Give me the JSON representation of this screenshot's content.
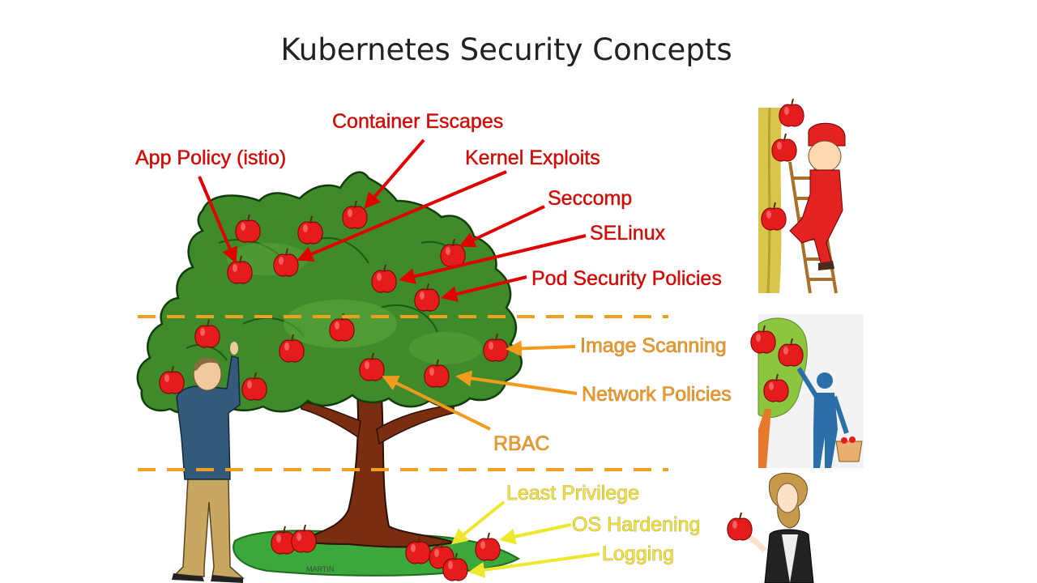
{
  "title": "Kubernetes Security Concepts",
  "colors": {
    "red": "#e00000",
    "orange": "#f29a1e",
    "yellow": "#efe62e",
    "divider": "#f0a020",
    "leaf": "#3f8a2a",
    "trunk": "#7a2e10",
    "apple": "#e41c1c"
  },
  "labels": {
    "app_policy": "App Policy (istio)",
    "container_escapes": "Container Escapes",
    "kernel_exploits": "Kernel Exploits",
    "seccomp": "Seccomp",
    "selinux": "SELinux",
    "pod_security": "Pod Security Policies",
    "image_scanning": "Image Scanning",
    "network_policies": "Network Policies",
    "rbac": "RBAC",
    "least_privilege": "Least Privilege",
    "os_hardening": "OS Hardening",
    "logging": "Logging"
  },
  "signature": "MARTIN"
}
